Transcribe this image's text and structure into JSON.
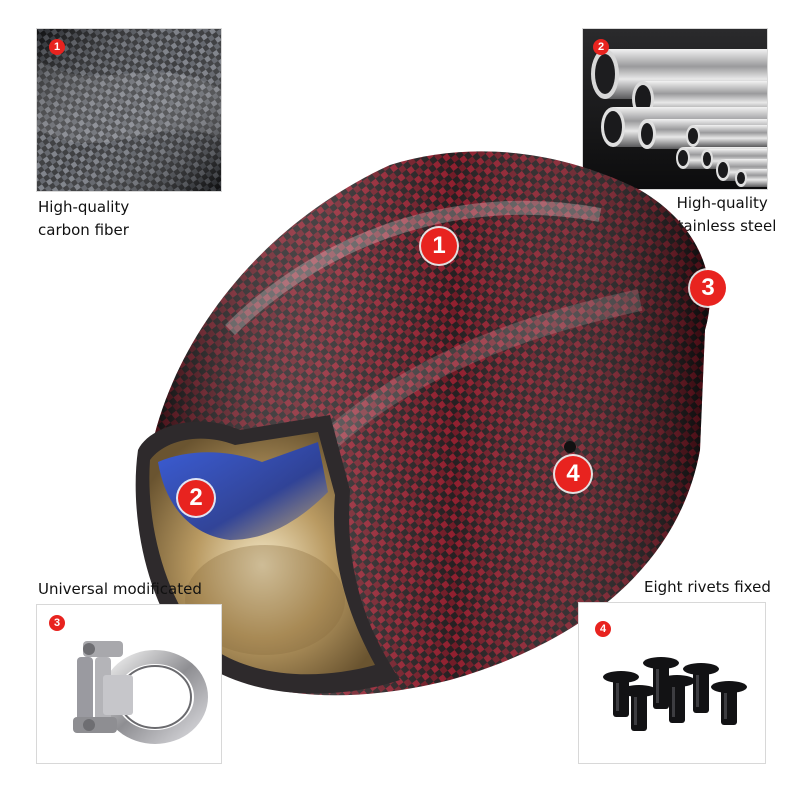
{
  "features": [
    {
      "number": "1",
      "caption_lines": [
        "High-quality",
        "carbon  fiber"
      ],
      "picture": "carbon-fiber-weave-photo"
    },
    {
      "number": "2",
      "caption_lines": [
        "High-quality",
        "Stainless steel"
      ],
      "picture": "steel-tubes-photo"
    },
    {
      "number": "3",
      "caption_lines": [
        "Universal  modificated"
      ],
      "picture": "hose-clamp-photo"
    },
    {
      "number": "4",
      "caption_lines": [
        "Eight rivets fixed"
      ],
      "picture": "black-rivets-photo"
    }
  ],
  "main_product": {
    "picture": "red-carbon-exhaust-tip",
    "markers": [
      "1",
      "2",
      "3",
      "4"
    ]
  },
  "colors": {
    "badge": "#e8231f",
    "carbon_red": "#8a1424",
    "inner_blue": "#2a4fd0"
  }
}
